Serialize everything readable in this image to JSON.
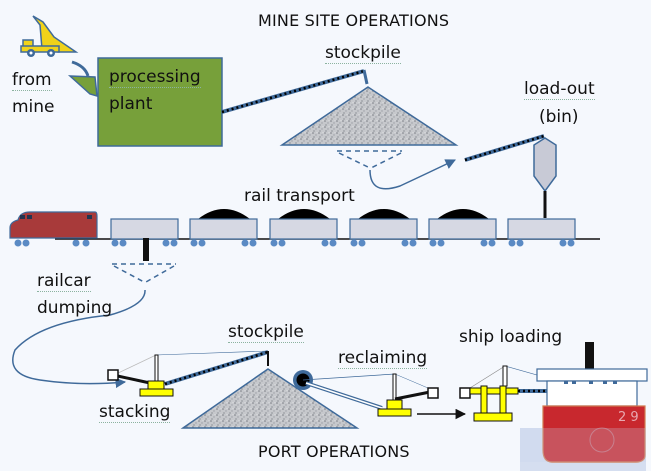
{
  "diagram": {
    "mine_title": "MINE SITE OPERATIONS",
    "port_title": "PORT OPERATIONS",
    "labels": {
      "from_mine_1": "from",
      "from_mine_2": "mine",
      "processing_1": "processing",
      "processing_2": "plant",
      "stockpile_mine": "stockpile",
      "loadout_1": "load-out",
      "loadout_2": "(bin)",
      "rail_transport": "rail transport",
      "railcar_dumping_1": "railcar",
      "railcar_dumping_2": "dumping",
      "stockpile_port": "stockpile",
      "reclaiming": "reclaiming",
      "ship_loading": "ship loading",
      "stacking": "stacking"
    },
    "watermark": "2 9",
    "colors": {
      "processing_plant": "#77a03a",
      "truck": "#f0d21a",
      "locomotive": "#a83a3a",
      "railcar": "#d6d8e3",
      "wheel": "#5a8ac4",
      "coal": "#000000",
      "stacker": "#ffff00",
      "hull": "#c8282e",
      "outline": "#3f6a9a"
    }
  }
}
